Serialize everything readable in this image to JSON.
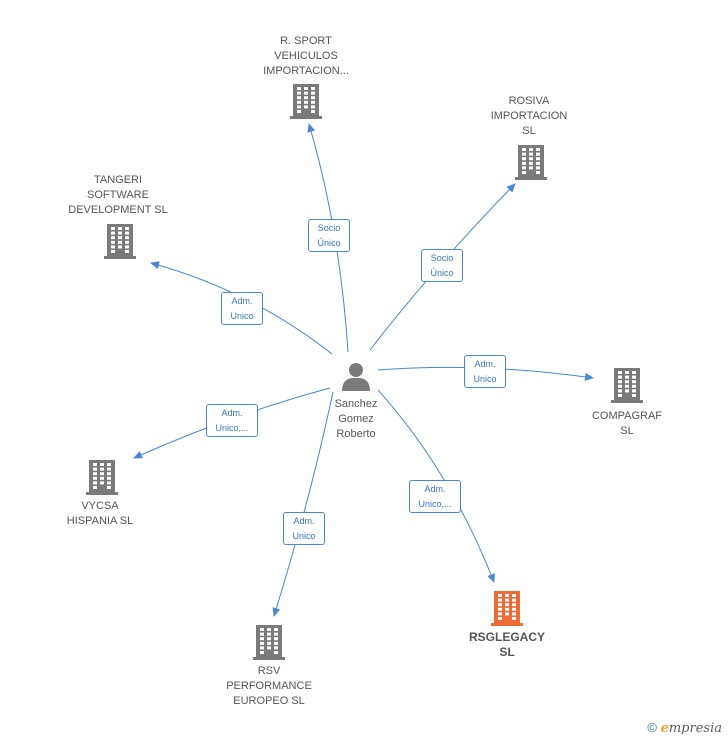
{
  "center": {
    "name_lines": [
      "Sanchez",
      "Gomez",
      "Roberto"
    ],
    "icon": "person-icon",
    "color": "#7a7a7a"
  },
  "companies": [
    {
      "id": "r-sport",
      "name_lines": [
        "R.  SPORT",
        "VEHICULOS",
        "IMPORTACION..."
      ],
      "highlight": false
    },
    {
      "id": "rosiva",
      "name_lines": [
        "ROSIVA",
        "IMPORTACION",
        "SL"
      ],
      "highlight": false
    },
    {
      "id": "tangeri",
      "name_lines": [
        "TANGERI",
        "SOFTWARE",
        "DEVELOPMENT SL"
      ],
      "highlight": false
    },
    {
      "id": "compagraf",
      "name_lines": [
        "COMPAGRAF",
        "SL"
      ],
      "highlight": false
    },
    {
      "id": "vycsa",
      "name_lines": [
        "VYCSA",
        "HISPANIA  SL"
      ],
      "highlight": false
    },
    {
      "id": "rsv",
      "name_lines": [
        "RSV",
        "PERFORMANCE",
        "EUROPEO  SL"
      ],
      "highlight": false
    },
    {
      "id": "rsglegacy",
      "name_lines": [
        "RSGLEGACY",
        "SL"
      ],
      "highlight": true
    }
  ],
  "relations": [
    {
      "target": "r-sport",
      "label_lines": [
        "Socio",
        "Único"
      ]
    },
    {
      "target": "rosiva",
      "label_lines": [
        "Socio",
        "Único"
      ]
    },
    {
      "target": "tangeri",
      "label_lines": [
        "Adm.",
        "Unico"
      ]
    },
    {
      "target": "compagraf",
      "label_lines": [
        "Adm.",
        "Unico"
      ]
    },
    {
      "target": "vycsa",
      "label_lines": [
        "Adm.",
        "Unico,..."
      ]
    },
    {
      "target": "rsv",
      "label_lines": [
        "Adm.",
        "Unico"
      ]
    },
    {
      "target": "rsglegacy",
      "label_lines": [
        "Adm.",
        "Unico,..."
      ]
    }
  ],
  "colors": {
    "edge": "#4a86d4",
    "building": "#7a7a7a",
    "building_highlight": "#f06a35"
  },
  "watermark": {
    "copyright": "©",
    "brand_initial": "e",
    "brand_rest": "mpresia"
  }
}
